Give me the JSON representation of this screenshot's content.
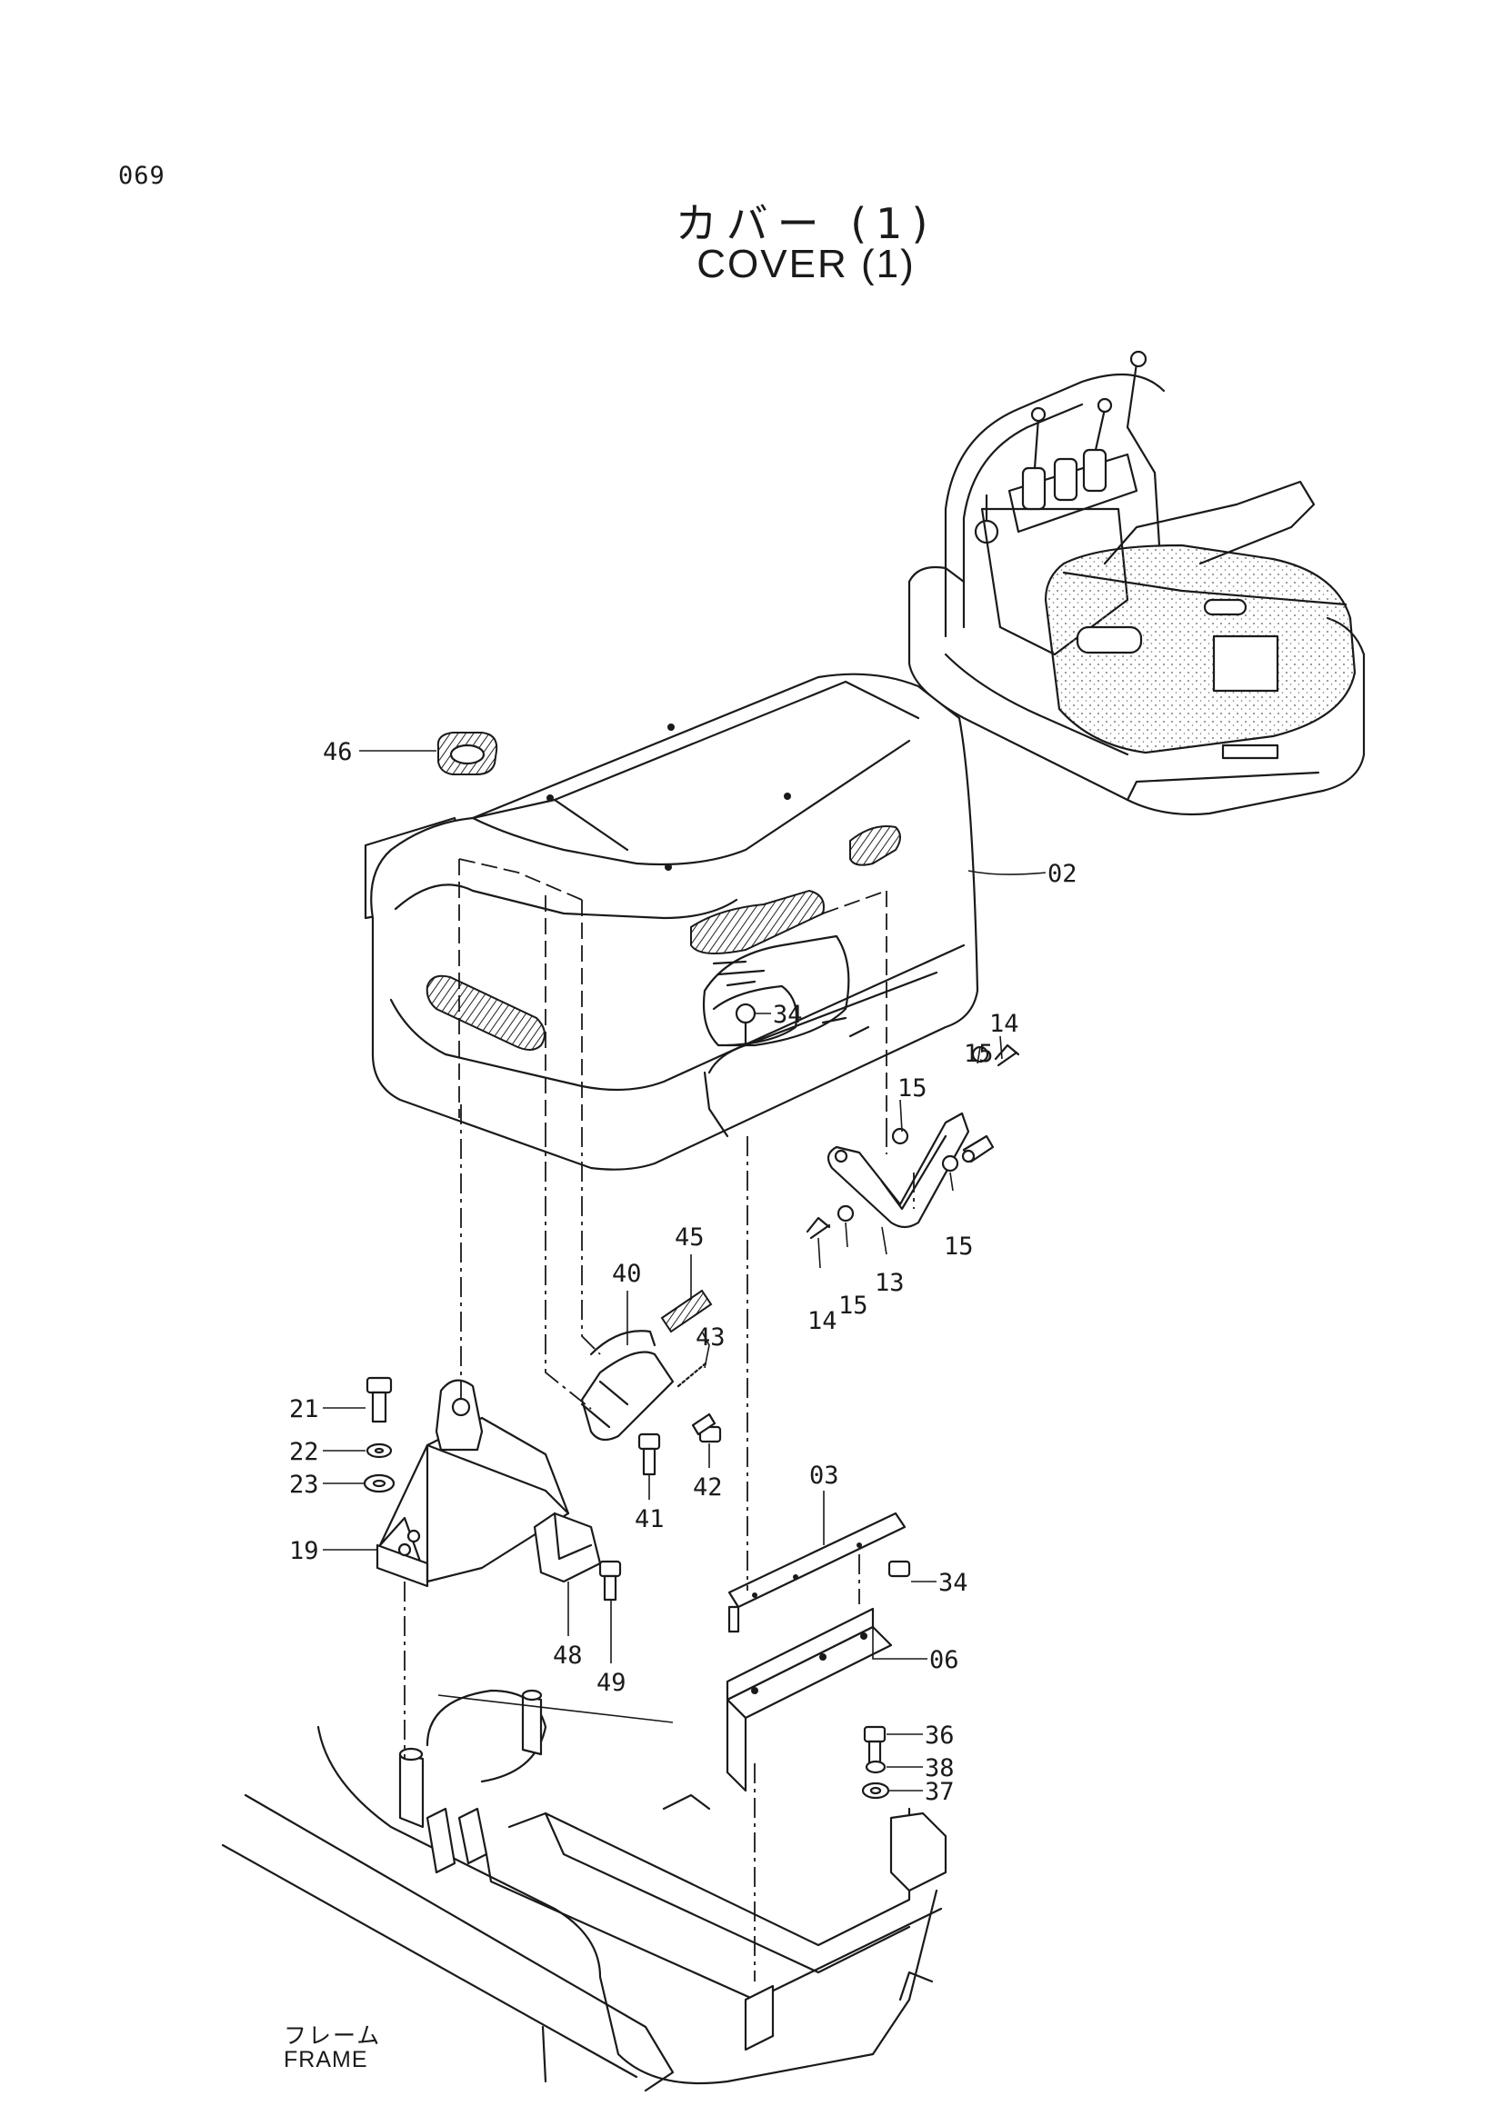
{
  "page_number": "069",
  "title_ja": "カバー (1)",
  "title_en": "COVER (1)",
  "frame_label_ja": "フレーム",
  "frame_label_en": "FRAME",
  "callouts": [
    {
      "id": "c46",
      "text": "46"
    },
    {
      "id": "c02",
      "text": "02"
    },
    {
      "id": "c34a",
      "text": "34"
    },
    {
      "id": "c14a",
      "text": "14"
    },
    {
      "id": "c15a",
      "text": "15"
    },
    {
      "id": "c15b",
      "text": "15"
    },
    {
      "id": "c15c",
      "text": "15"
    },
    {
      "id": "c15d",
      "text": "15"
    },
    {
      "id": "c13",
      "text": "13"
    },
    {
      "id": "c14b",
      "text": "14"
    },
    {
      "id": "c45",
      "text": "45"
    },
    {
      "id": "c40",
      "text": "40"
    },
    {
      "id": "c43",
      "text": "43"
    },
    {
      "id": "c21",
      "text": "21"
    },
    {
      "id": "c22",
      "text": "22"
    },
    {
      "id": "c23",
      "text": "23"
    },
    {
      "id": "c19",
      "text": "19"
    },
    {
      "id": "c41",
      "text": "41"
    },
    {
      "id": "c42",
      "text": "42"
    },
    {
      "id": "c03",
      "text": "03"
    },
    {
      "id": "c34b",
      "text": "34"
    },
    {
      "id": "c06",
      "text": "06"
    },
    {
      "id": "c48",
      "text": "48"
    },
    {
      "id": "c49",
      "text": "49"
    },
    {
      "id": "c36",
      "text": "36"
    },
    {
      "id": "c38",
      "text": "38"
    },
    {
      "id": "c37",
      "text": "37"
    }
  ]
}
